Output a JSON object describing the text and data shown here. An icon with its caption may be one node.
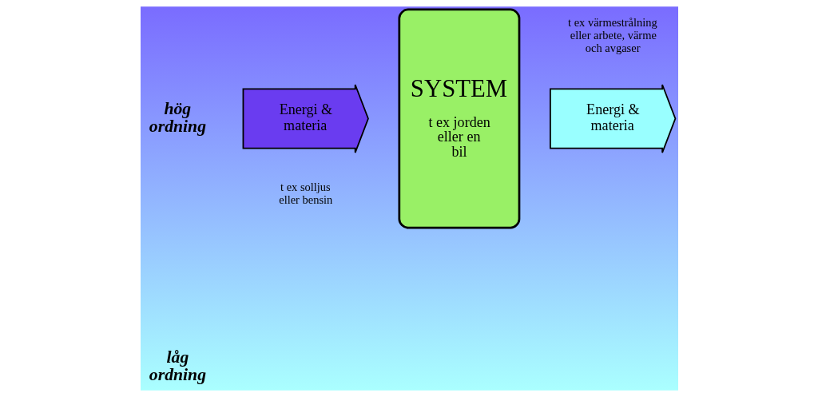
{
  "diagram": {
    "nodes": [
      {
        "text": [
          "Energi & materia"
        ],
        "beside": [
          "t ex solljus eller bensin"
        ]
      },
      {
        "text": [
          "SYSTEM",
          "t ex jorden eller en bil"
        ]
      },
      {
        "text": [
          "Energi & materia"
        ],
        "beside": [
          "t ex värmestrålning eller arbete, värme och avgaser"
        ]
      }
    ],
    "labels": [
      "hög ordning",
      "låg ordning"
    ]
  }
}
